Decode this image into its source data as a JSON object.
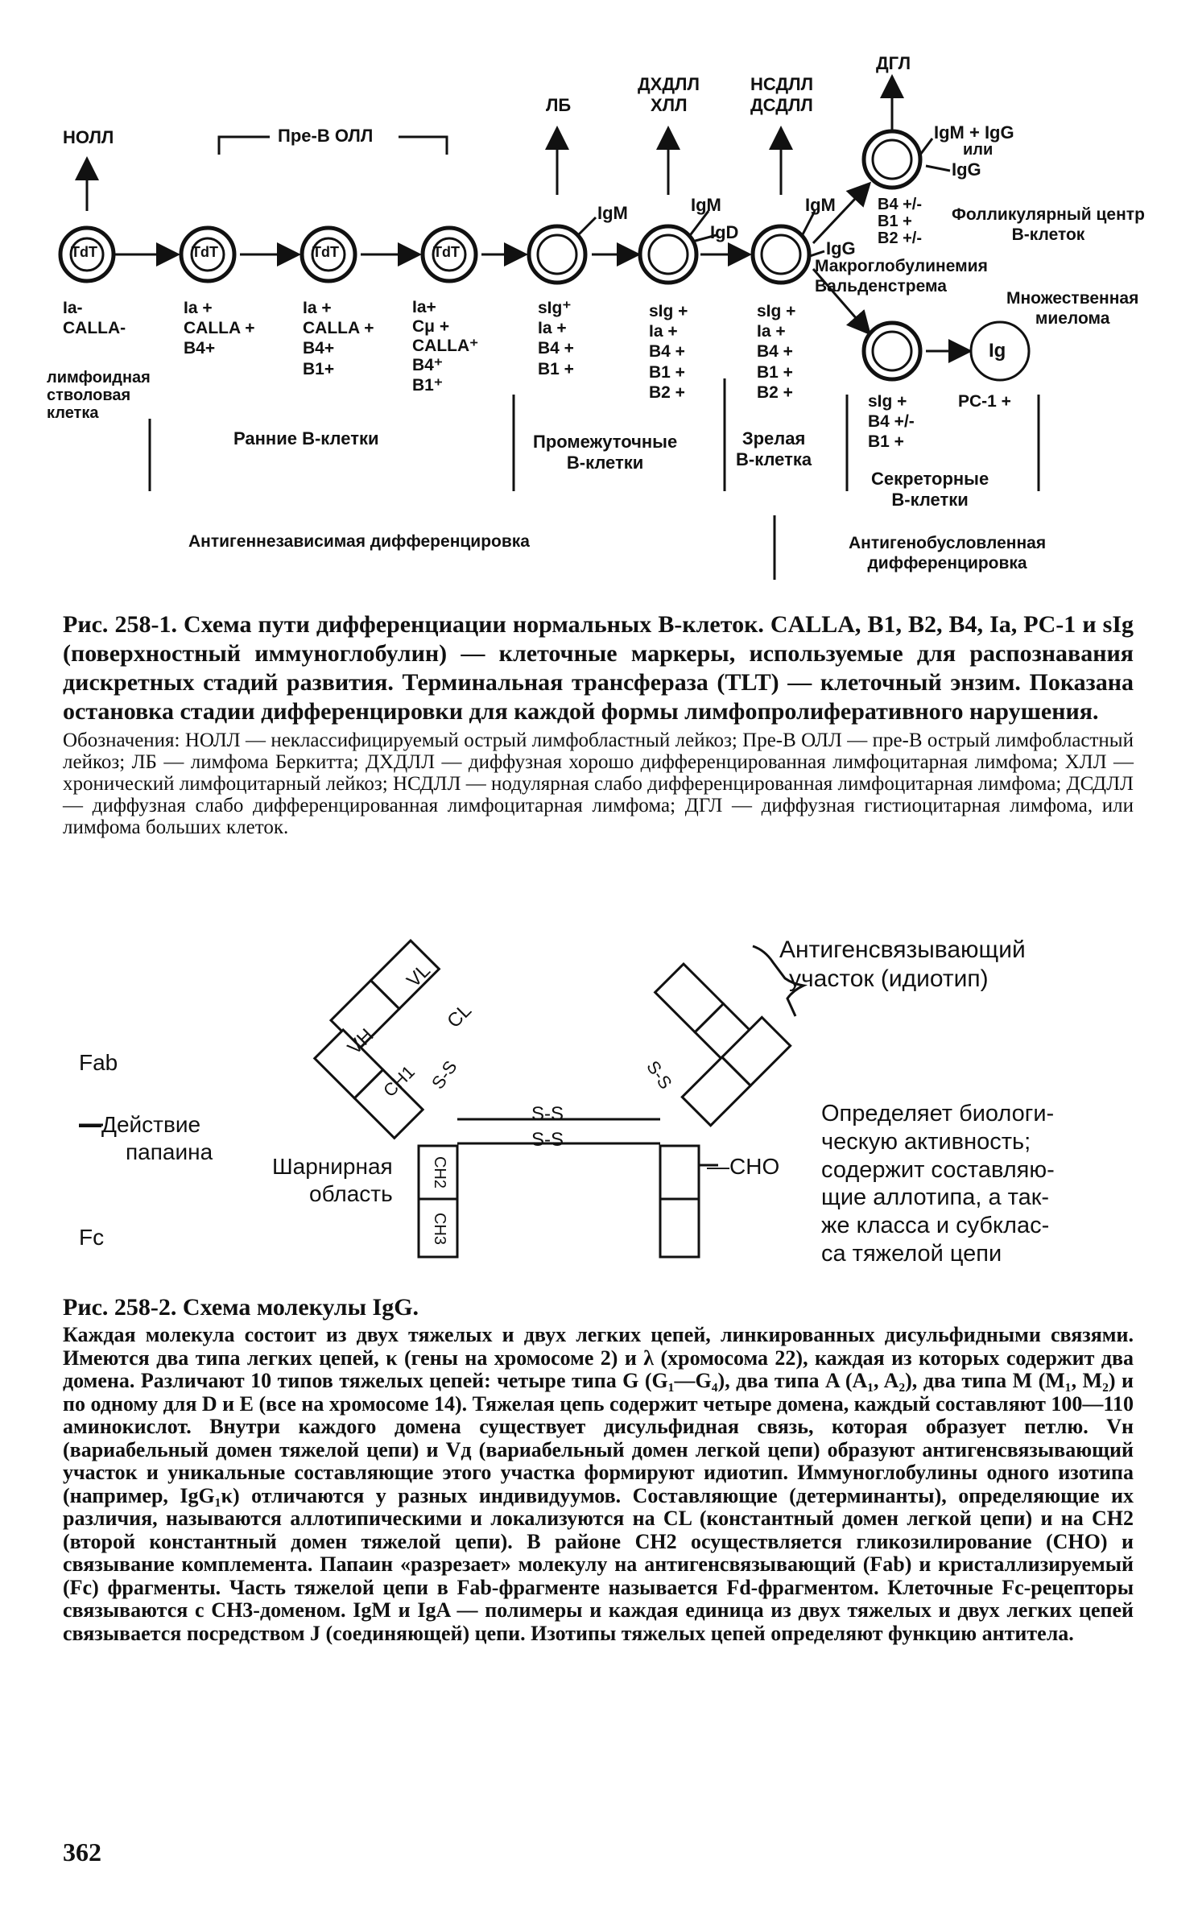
{
  "figure1": {
    "top_labels": {
      "nall": "НОЛЛ",
      "pre_b": "Пре-В ОЛЛ",
      "lb": "ЛБ",
      "dhdll": "ДХДЛЛ",
      "hll": "ХЛЛ",
      "nsdll": "НСДЛЛ",
      "dsdll": "ДСДЛЛ",
      "dgl": "ДГЛ"
    },
    "tdt": "TdT",
    "markers": {
      "col1": [
        "Ia-",
        "CALLA-"
      ],
      "col2": [
        "Ia +",
        "CALLA +",
        "B4+"
      ],
      "col3": [
        "Ia +",
        "CALLA +",
        "B4+",
        "B1+"
      ],
      "col4": [
        "Ia+",
        "Cμ +",
        "CALLA⁺",
        "B4⁺",
        "B1⁺"
      ],
      "col5": [
        "sIg⁺",
        "Ia +",
        "B4 +",
        "B1 +"
      ],
      "col6": [
        "sIg +",
        "Ia +",
        "B4 +",
        "B1 +",
        "B2 +"
      ],
      "col7": [
        "sIg +",
        "Ia +",
        "B4 +",
        "B1 +",
        "B2 +"
      ],
      "upper": [
        "B4 +/-",
        "B1 +",
        "B2 +/-"
      ],
      "lower": [
        "sIg +",
        "B4 +/-",
        "B1 +"
      ],
      "pc1": "PC-1 +"
    },
    "ig_labels": {
      "igm": "IgM",
      "igd": "IgD",
      "igg": "IgG",
      "igm_igg": "IgM + IgG",
      "or": "или",
      "ig": "Ig"
    },
    "side_labels": {
      "follicular": [
        "Фолликулярный центр",
        "В-клеток"
      ],
      "waldenstrom": [
        "Макроглобулинемия",
        "Вальденстрема"
      ],
      "myeloma": [
        "Множественная",
        "миелома"
      ]
    },
    "stage_labels": {
      "stem": [
        "лимфоидная",
        "стволовая",
        "клетка"
      ],
      "early": "Ранние В-клетки",
      "intermediate": [
        "Промежуточные",
        "В-клетки"
      ],
      "mature": [
        "Зрелая",
        "В-клетка"
      ],
      "secretory": [
        "Секреторные",
        "В-клетки"
      ]
    },
    "bottom_labels": {
      "independent": "Антигеннезависимая дифференцировка",
      "dependent": [
        "Антигенобусловленная",
        "дифференцировка"
      ]
    }
  },
  "caption1": {
    "title": "Рис. 258-1. Схема пути дифференциации нормальных В-клеток. CALLA, B1, B2, B4, Ia, PC-1 и sIg (поверхностный иммуноглобулин) — клеточные маркеры, используемые для распознавания дискретных стадий развития. Терминальная трансфераза (TLT) — клеточный энзим. Показана остановка стадии дифференцировки для каждой формы лимфопролиферативного нарушения.",
    "body": "Обозначения: НОЛЛ — неклассифицируемый острый лимфобластный лейкоз; Пре-В ОЛЛ — пре-В острый лимфобластный лейкоз; ЛБ — лимфома Беркитта; ДХДЛЛ — диффузная хорошо дифференцированная лимфоцитарная лимфома; ХЛЛ — хронический лимфоцитарный лейкоз; НСДЛЛ — нодулярная слабо дифференцированная лимфоцитарная лимфома; ДСДЛЛ — диффузная слабо дифференцированная лимфоцитарная лимфома; ДГЛ — диффузная гистиоцитарная лимфома, или лимфома больших клеток."
  },
  "figure2": {
    "antigen_site": [
      "Антигенсвязывающий",
      "участок (идиотип)"
    ],
    "fab": "Fab",
    "papain": [
      "—Действие",
      "папаина"
    ],
    "fc": "Fc",
    "hinge": [
      "Шарнирная",
      "область"
    ],
    "cho": "—CHO",
    "ss": "S-S",
    "ss_arm": "S-S",
    "domains": {
      "vl": "VL",
      "cl": "CL",
      "vh": "VH",
      "ch1": "CH1",
      "ch2": "CH2",
      "ch3": "CH3"
    },
    "function_text": [
      "Определяет биологи-",
      "ческую активность;",
      "содержит составляю-",
      "щие аллотипа, а так-",
      "же класса и субклас-",
      "са тяжелой цепи"
    ]
  },
  "caption2": {
    "title": "Рис. 258-2. Схема молекулы IgG.",
    "body": "Каждая молекула состоит из двух тяжелых и двух легких цепей, линкированных дисульфидными связями. Имеются два типа легких цепей, κ (гены на хромосоме 2) и λ (хромосома 22), каждая из которых содержит два домена. Различают 10 типов тяжелых цепей: четыре типа G (G₁—G₄), два типа A (A₁, A₂), два типа M (M₁, M₂) и по одному для D и E (все на хромосоме 14). Тяжелая цепь содержит четыре домена, каждый составляют 100—110 аминокислот. Внутри каждого домена существует дисульфидная связь, которая образует петлю. Vн (вариабельный домен тяжелой цепи) и Vд (вариабельный домен легкой цепи) образуют антигенсвязывающий участок и уникальные составляющие этого участка формируют идиотип. Иммуноглобулины одного изотипа (например, IgG₁κ) отличаются у разных индивидуумов. Составляющие (детерминанты), определяющие их различия, называются аллотипическими и локализуются на CL (константный домен легкой цепи) и на CH2 (второй константный домен тяжелой цепи). В районе CH2 осуществляется гликозилирование (CHO) и связывание комплемента. Папаин «разрезает» молекулу на антигенсвязывающий (Fab) и кристаллизируемый (Fc) фрагменты. Часть тяжелой цепи в Fab-фрагменте называется Fd-фрагментом. Клеточные Fc-рецепторы связываются с CH3-доменом. IgM и IgA — полимеры и каждая единица из двух тяжелых и двух легких цепей связывается посредством J (соединяющей) цепи. Изотипы тяжелых цепей определяют функцию антитела."
  },
  "page_number": "362"
}
